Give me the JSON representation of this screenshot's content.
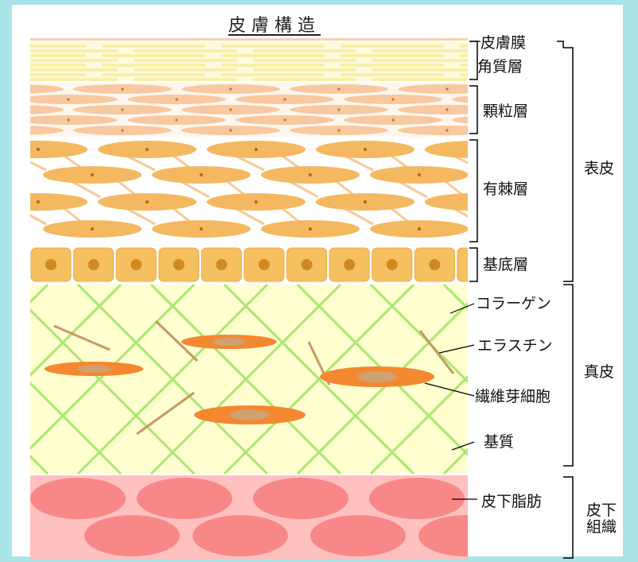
{
  "title": "皮膚構造",
  "labels": {
    "hifumaku": "皮膚膜",
    "kakushitsu": "角質層",
    "karyu": "顆粒層",
    "yukyoku": "有棘層",
    "kitei": "基底層",
    "collagen": "コラーゲン",
    "elastin": "エラスチン",
    "fibroblast": "繊維芽細胞",
    "kishitsu": "基質",
    "fat": "皮下脂肪"
  },
  "groups": {
    "epidermis": "表皮",
    "dermis": "真皮",
    "subcutis": "皮下組織"
  },
  "colors": {
    "background": "#a8e4e8",
    "stratum_corneum": "#f8f0a8",
    "granular": "#f8c8a0",
    "spinous": "#f4b860",
    "basal": "#f4c060",
    "dermis": "#ffffd0",
    "collagen": "#a8e870",
    "elastin": "#c89860",
    "fibroblast": "#f48830",
    "subcutis": "#ffc0c0",
    "fat": "#f88888"
  }
}
